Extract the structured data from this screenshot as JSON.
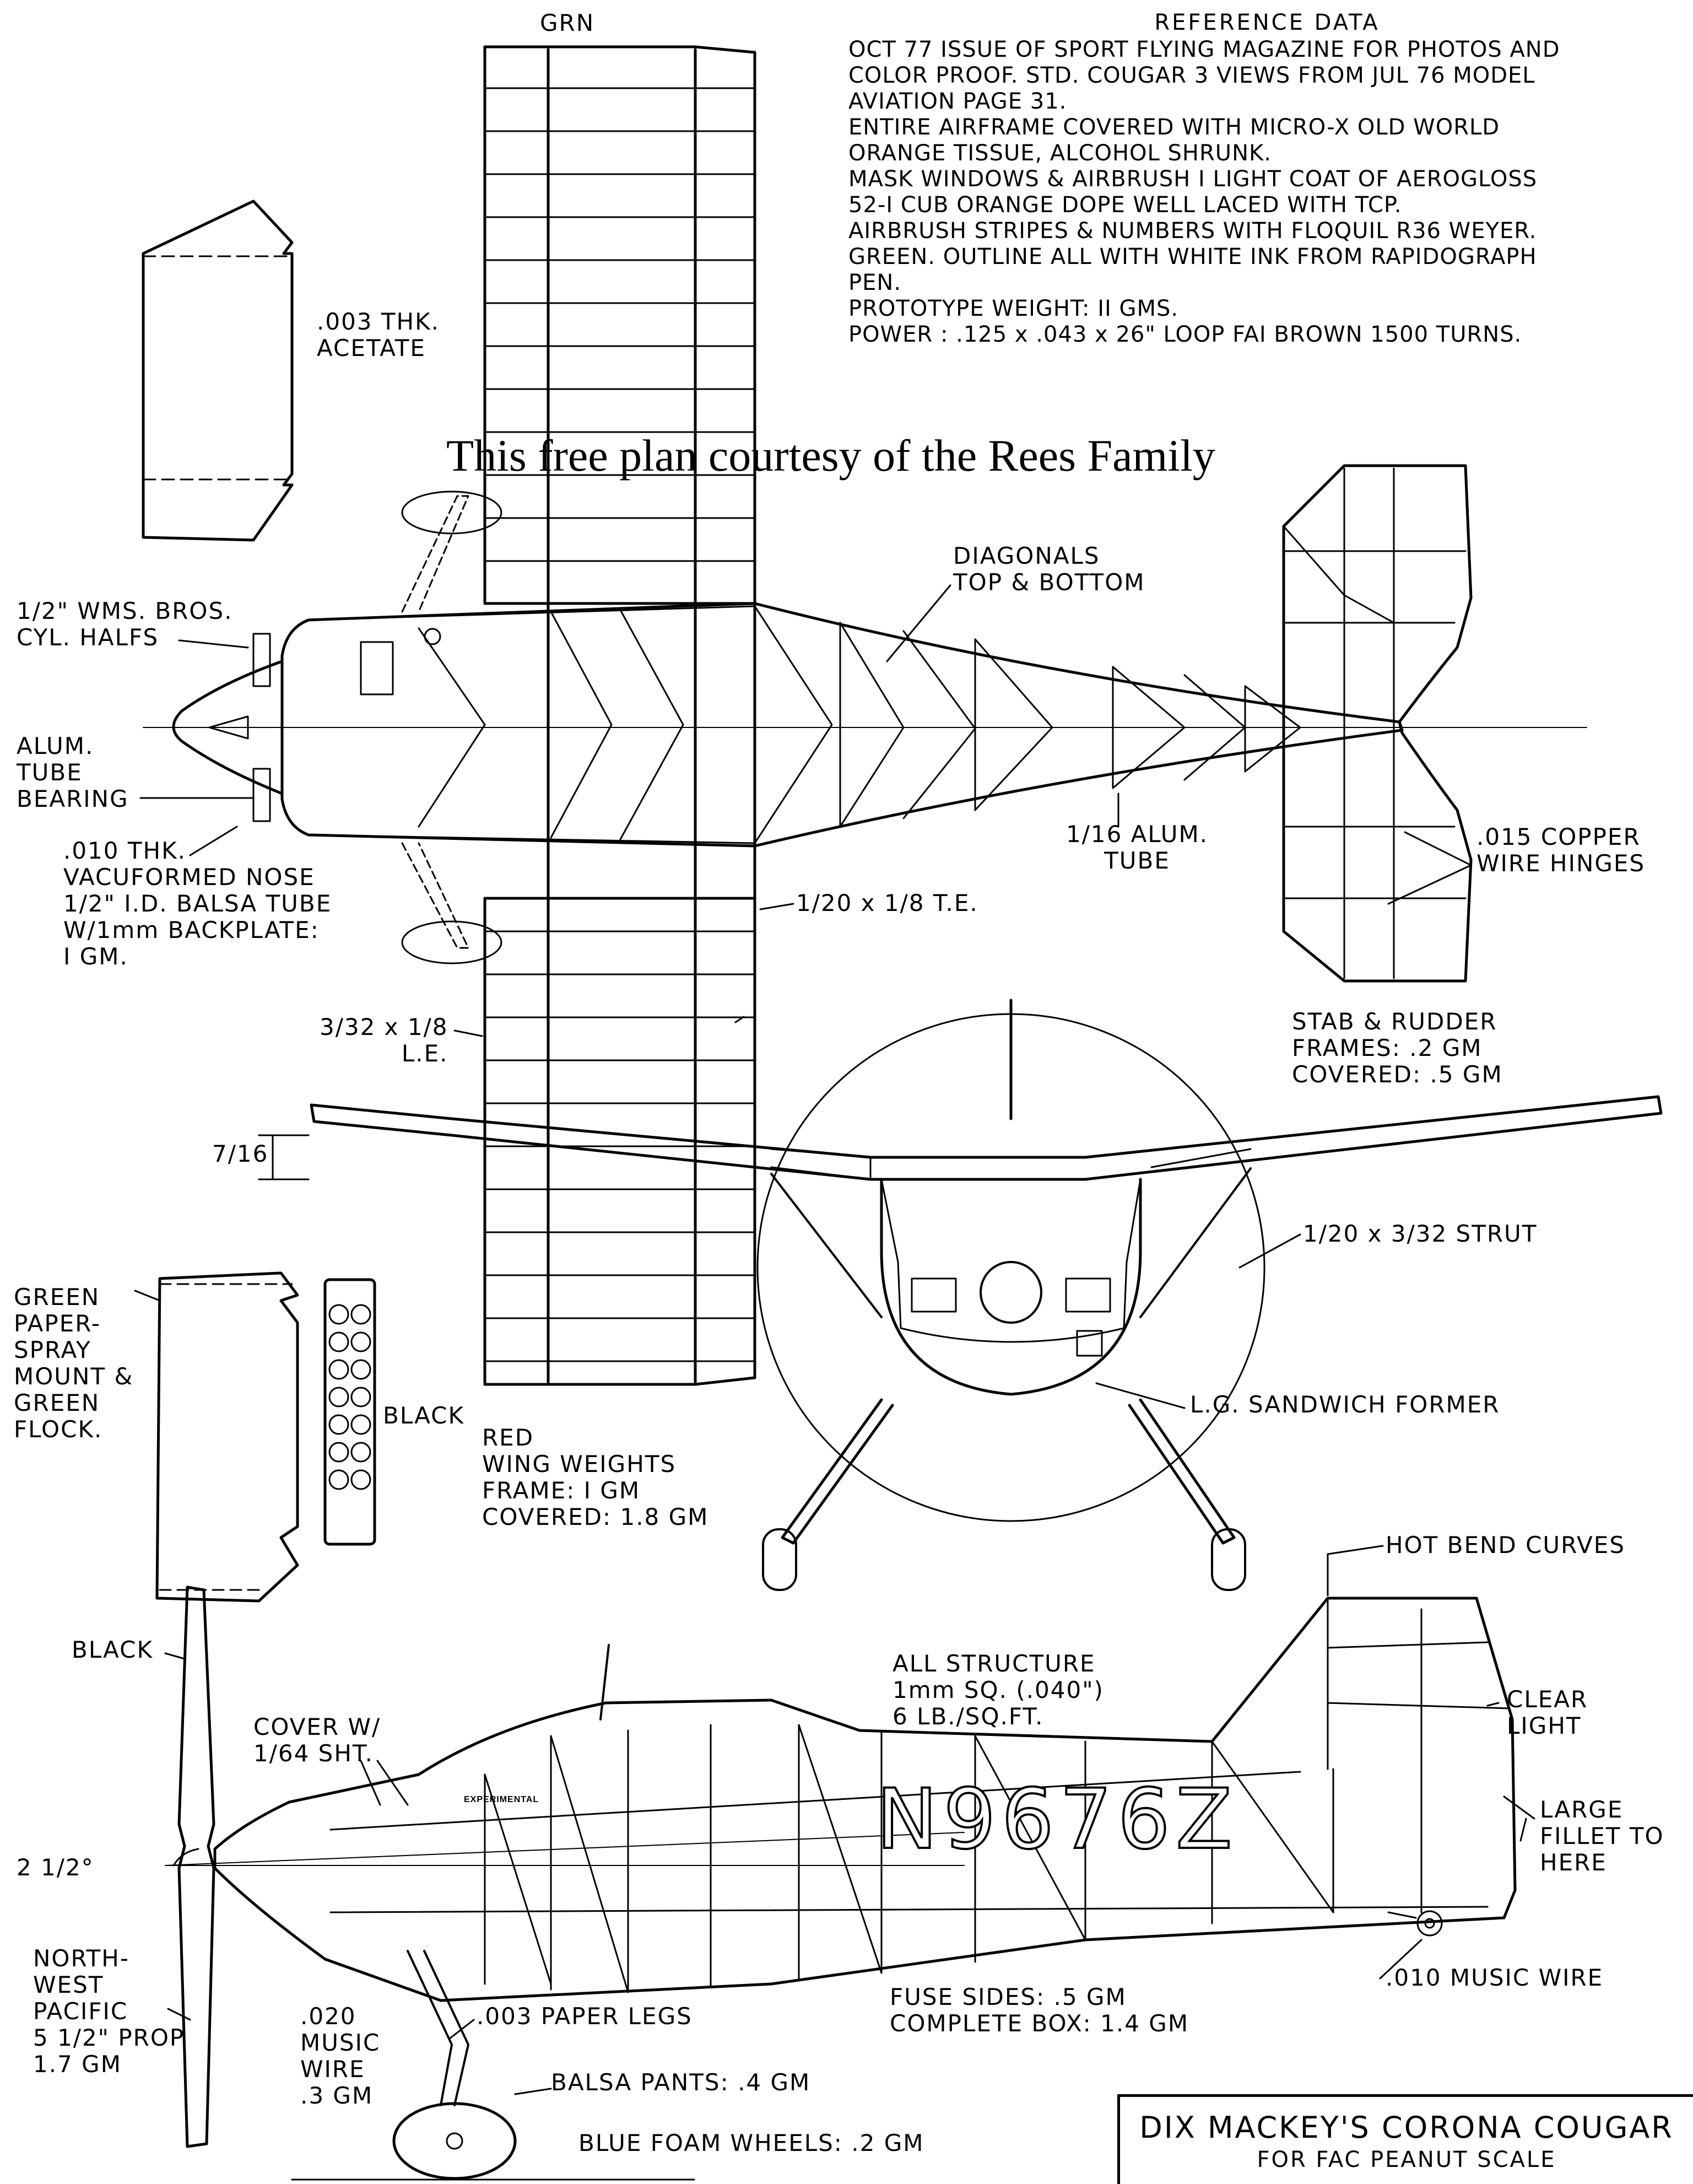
{
  "reference": {
    "title": "REFERENCE   DATA",
    "lines": [
      "OCT 77 ISSUE OF SPORT FLYING MAGAZINE FOR PHOTOS AND",
      "COLOR PROOF. STD. COUGAR 3 VIEWS FROM JUL 76 MODEL",
      "AVIATION PAGE 31.",
      "ENTIRE AIRFRAME COVERED WITH MICRO-X OLD WORLD",
      "ORANGE TISSUE, ALCOHOL SHRUNK.",
      "MASK WINDOWS & AIRBRUSH I LIGHT COAT OF AEROGLOSS",
      "52-I CUB ORANGE DOPE WELL LACED WITH TCP.",
      "AIRBRUSH STRIPES & NUMBERS WITH FLOQUIL R36 WEYER.",
      "GREEN. OUTLINE ALL WITH WHITE INK FROM RAPIDOGRAPH",
      "PEN.",
      "PROTOTYPE WEIGHT: II GMS.",
      "POWER : .125 x .043 x 26\" LOOP FAI BROWN 1500 TURNS."
    ]
  },
  "watermark": "This free plan courtesy of the Rees Family",
  "labels": {
    "grn": "GRN",
    "acetate": ".003 THK.\nACETATE",
    "cyl_halfs": "1/2\" WMS. BROS.\nCYL. HALFS",
    "alum_bearing": "ALUM.\nTUBE\nBEARING",
    "vacuformed": ".010 THK.\nVACUFORMED NOSE\n1/2\" I.D. BALSA TUBE\nW/1mm BACKPLATE:\nI GM.",
    "diagonals": "DIAGONALS\nTOP & BOTTOM",
    "alum_tube": "1/16 ALUM.\nTUBE",
    "copper_hinges": ".015 COPPER\nWIRE HINGES",
    "trailing_edge": "1/20 x 1/8 T.E.",
    "leading_edge": "3/32 x 1/8\nL.E.",
    "stab_rudder": "STAB & RUDDER\nFRAMES: .2 GM\nCOVERED: .5 GM",
    "dihedral": "7/16",
    "strut": "1/20 x 3/32 STRUT",
    "green_paper": "GREEN\nPAPER-\nSPRAY\nMOUNT &\nGREEN\nFLOCK.",
    "black_panel": "BLACK",
    "lg_former": "L.G. SANDWICH FORMER",
    "wing_weights": "RED\nWING WEIGHTS\nFRAME: I GM\nCOVERED: 1.8 GM",
    "hot_bend": "HOT BEND CURVES",
    "black_prop": "BLACK",
    "all_structure": "ALL STRUCTURE\n1mm SQ. (.040\")\n6 LB./SQ.FT.",
    "cover_sht": "COVER W/\n1/64 SHT.",
    "clear_light": "CLEAR\nLIGHT",
    "large_fillet": "LARGE\nFILLET TO\nHERE",
    "downthrust": "2 1/2°",
    "prop": "NORTH-\nWEST\nPACIFIC\n5 1/2\" PROP\n1.7 GM",
    "music_wire_010": ".010 MUSIC WIRE",
    "music_wire_020": ".020\nMUSIC\nWIRE\n.3 GM",
    "paper_legs": ".003 PAPER LEGS",
    "fuse_sides": "FUSE SIDES: .5 GM\nCOMPLETE  BOX: 1.4 GM",
    "balsa_pants": "BALSA PANTS: .4 GM",
    "foam_wheels": "BLUE  FOAM WHEELS: .2 GM",
    "registration": "N9676Z",
    "experimental": "EXPERIMENTAL"
  },
  "title_block": {
    "line1": "DIX MACKEY'S CORONA COUGAR",
    "line2": "FOR FAC PEANUT SCALE"
  }
}
